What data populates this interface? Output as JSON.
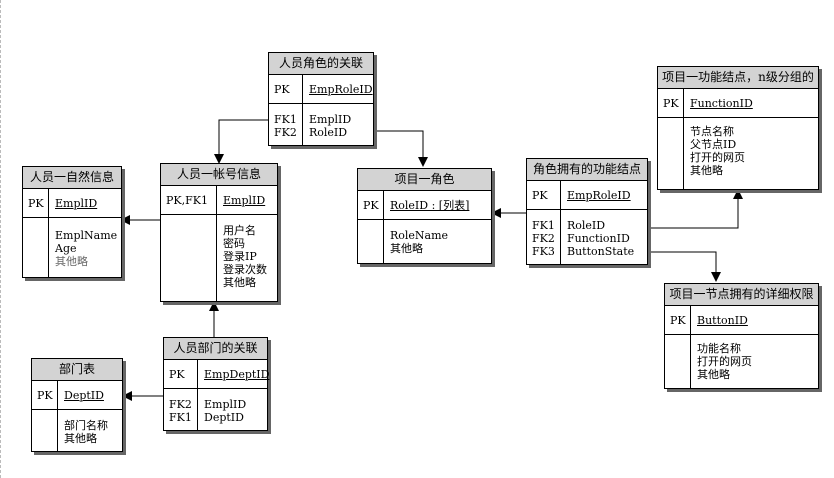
{
  "entities": {
    "empRole": {
      "title": "人员角色的关联",
      "pk_key": "PK",
      "pk_field": "EmpRoleID",
      "fk_keys": [
        "FK1",
        "FK2"
      ],
      "fields": [
        "EmplID",
        "RoleID"
      ]
    },
    "natural": {
      "title": "人员一自然信息",
      "pk_key": "PK",
      "pk_field": "EmplID",
      "fields": [
        "EmplName",
        "Age",
        "其他略"
      ]
    },
    "account": {
      "title": "人员一帐号信息",
      "pk_key": "PK,FK1",
      "pk_field": "EmplID",
      "fields": [
        "用户名",
        "密码",
        "登录IP",
        "登录次数",
        "其他略"
      ]
    },
    "role": {
      "title": "项目一角色",
      "pk_key": "PK",
      "pk_field": "RoleID : [列表]",
      "fields": [
        "RoleName",
        "其他略"
      ]
    },
    "roleFunc": {
      "title": "角色拥有的功能结点",
      "pk_key": "PK",
      "pk_field": "EmpRoleID",
      "fk_keys": [
        "FK1",
        "FK2",
        "FK3"
      ],
      "fields": [
        "RoleID",
        "FunctionID",
        "ButtonState"
      ]
    },
    "funcNode": {
      "title": "项目一功能结点，n级分组的",
      "pk_key": "PK",
      "pk_field": "FunctionID",
      "fields": [
        "节点名称",
        "父节点ID",
        "打开的网页",
        "其他略"
      ]
    },
    "nodePerm": {
      "title": "项目一节点拥有的详细权限",
      "pk_key": "PK",
      "pk_field": "ButtonID",
      "fields": [
        "功能名称",
        "打开的网页",
        "其他略"
      ]
    },
    "empDept": {
      "title": "人员部门的关联",
      "pk_key": "PK",
      "pk_field": "EmpDeptID",
      "fk_keys": [
        "FK2",
        "FK1"
      ],
      "fields": [
        "EmplID",
        "DeptID"
      ]
    },
    "dept": {
      "title": "部门表",
      "pk_key": "PK",
      "pk_field": "DeptID",
      "fields": [
        "部门名称",
        "其他略"
      ]
    }
  }
}
